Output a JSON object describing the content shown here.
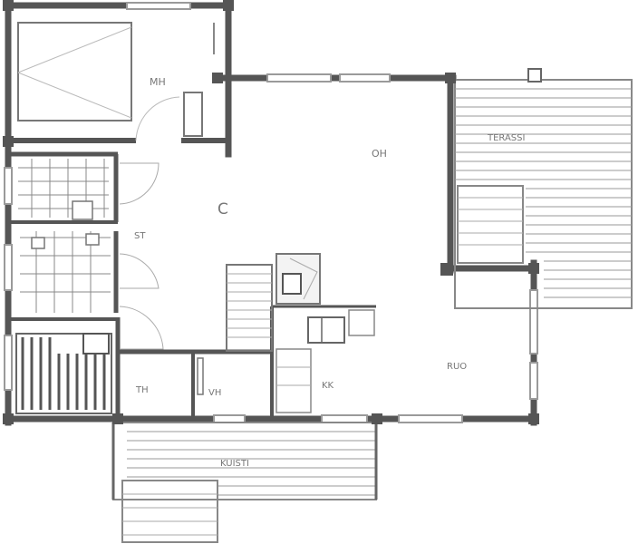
{
  "plan": {
    "rooms": {
      "mh": "MH",
      "oh": "OH",
      "c": "C",
      "terassi": "TERASSI",
      "st": "ST",
      "ruo": "RUO",
      "kk": "KK",
      "th": "TH",
      "vh": "VH",
      "kuisti": "KUISTI"
    },
    "colors": {
      "wall": "#555555",
      "wall_light": "#888888",
      "line": "#9a9a9a",
      "label": "#777777"
    }
  }
}
